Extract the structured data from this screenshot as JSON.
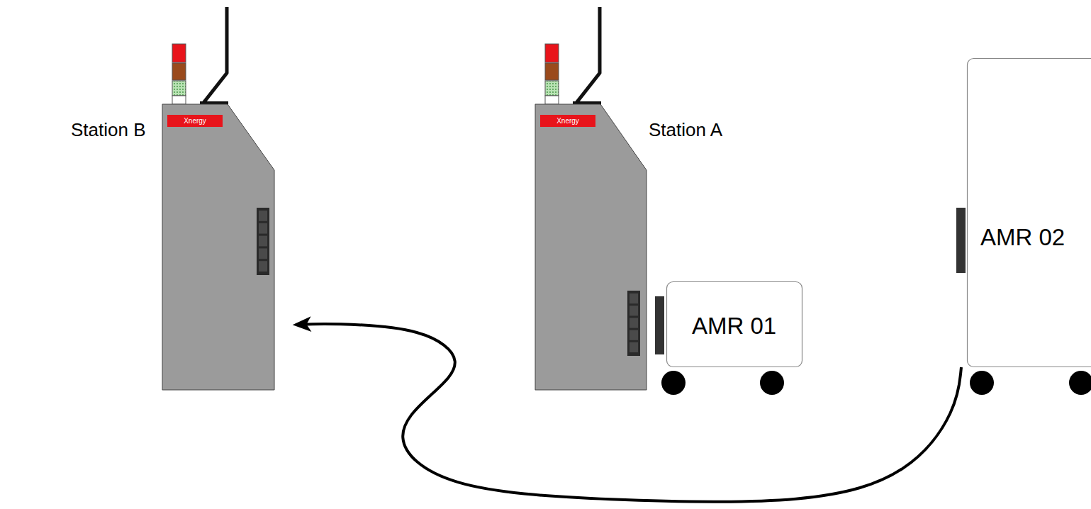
{
  "diagram": {
    "nodes": [
      {
        "text": [
          "Station B",
          "Xnergy"
        ]
      },
      {
        "text": [
          "Station A",
          "Xnergy"
        ]
      },
      {
        "text": [
          "AMR 01"
        ]
      },
      {
        "text": [
          "AMR 02"
        ]
      }
    ],
    "edges": [
      {
        "from": 3,
        "to": 0,
        "arrow": "to"
      }
    ]
  }
}
